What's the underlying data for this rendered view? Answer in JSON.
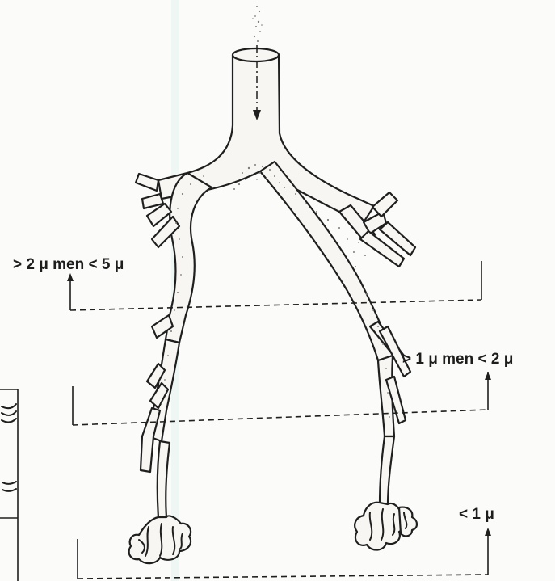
{
  "figure": {
    "zones": [
      {
        "id": "zone-upper",
        "label": "> 2 μ men < 5 μ"
      },
      {
        "id": "zone-middle",
        "label": "> 1 μ men < 2 μ"
      },
      {
        "id": "zone-lower",
        "label": "< 1 μ"
      }
    ]
  }
}
